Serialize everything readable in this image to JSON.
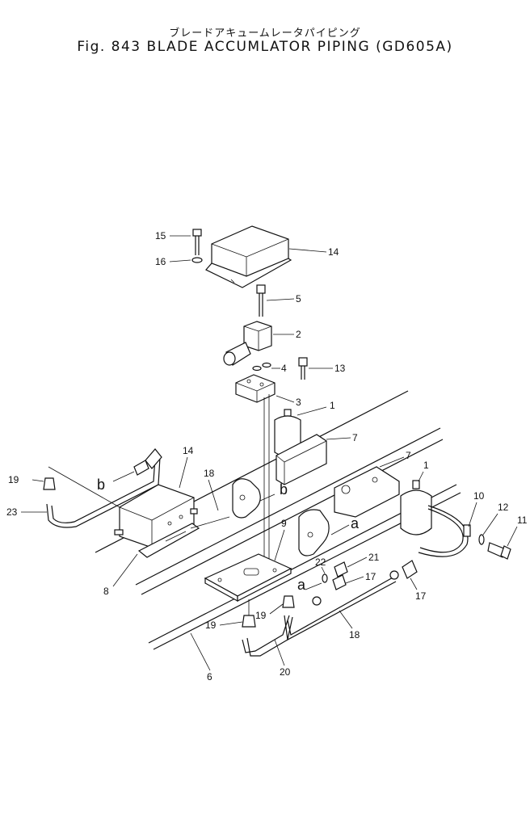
{
  "title_jp": "ブレードアキュームレータパイピング",
  "title_en": "Fig. 843 BLADE ACCUMLATOR PIPING (GD605A)",
  "callouts": [
    {
      "id": "c15",
      "text": "15"
    },
    {
      "id": "c16",
      "text": "16"
    },
    {
      "id": "c14a",
      "text": "14"
    },
    {
      "id": "c5",
      "text": "5"
    },
    {
      "id": "c2",
      "text": "2"
    },
    {
      "id": "c4",
      "text": "4"
    },
    {
      "id": "c13",
      "text": "13"
    },
    {
      "id": "c3",
      "text": "3"
    },
    {
      "id": "c1a",
      "text": "1"
    },
    {
      "id": "c7a",
      "text": "7"
    },
    {
      "id": "c7b",
      "text": "7"
    },
    {
      "id": "c1b",
      "text": "1"
    },
    {
      "id": "c14b",
      "text": "14"
    },
    {
      "id": "c18a",
      "text": "18"
    },
    {
      "id": "c19a",
      "text": "19"
    },
    {
      "id": "c23",
      "text": "23"
    },
    {
      "id": "cba",
      "text": "b"
    },
    {
      "id": "cbb",
      "text": "b"
    },
    {
      "id": "c10",
      "text": "10"
    },
    {
      "id": "c12",
      "text": "12"
    },
    {
      "id": "c11",
      "text": "11"
    },
    {
      "id": "c9",
      "text": "9"
    },
    {
      "id": "caa",
      "text": "a"
    },
    {
      "id": "c22",
      "text": "22"
    },
    {
      "id": "c21",
      "text": "21"
    },
    {
      "id": "cab",
      "text": "a"
    },
    {
      "id": "c17a",
      "text": "17"
    },
    {
      "id": "c17b",
      "text": "17"
    },
    {
      "id": "c8",
      "text": "8"
    },
    {
      "id": "c19b",
      "text": "19"
    },
    {
      "id": "c19c",
      "text": "19"
    },
    {
      "id": "c18b",
      "text": "18"
    },
    {
      "id": "c6",
      "text": "6"
    },
    {
      "id": "c20",
      "text": "20"
    }
  ]
}
